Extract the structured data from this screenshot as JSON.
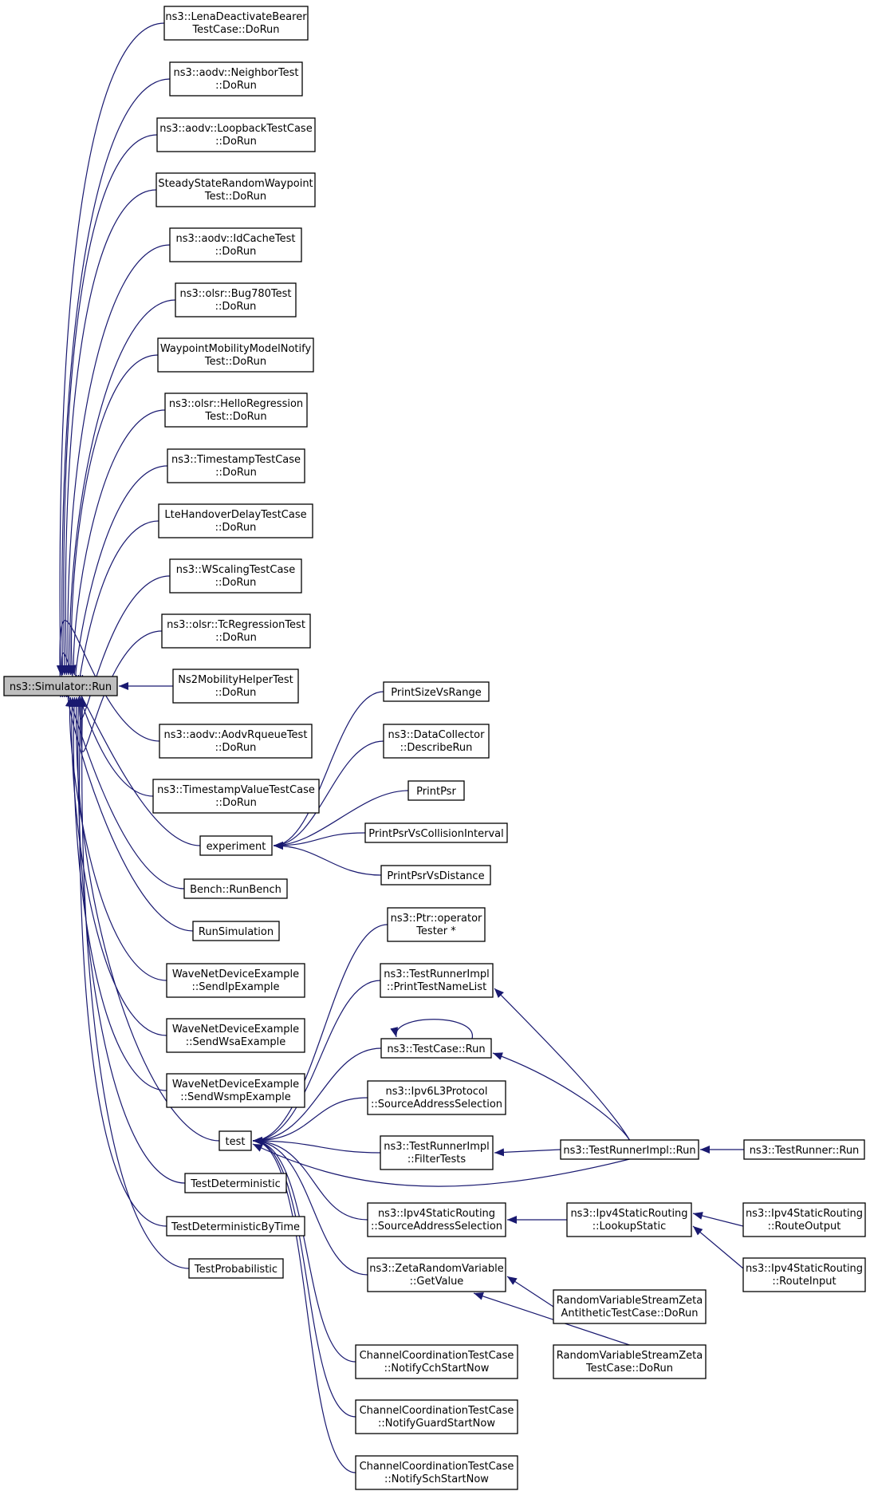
{
  "colors": {
    "edge": "#191970",
    "root_fill": "#bfbfbf",
    "node_fill": "#ffffff",
    "node_stroke": "#000000"
  },
  "nodes": [
    {
      "id": "root",
      "lines": [
        "ns3::Simulator::Run"
      ],
      "root": true
    },
    {
      "id": "n1",
      "lines": [
        "ns3::LenaDeactivateBearer",
        "TestCase::DoRun"
      ]
    },
    {
      "id": "n2",
      "lines": [
        "ns3::aodv::NeighborTest",
        "::DoRun"
      ]
    },
    {
      "id": "n3",
      "lines": [
        "ns3::aodv::LoopbackTestCase",
        "::DoRun"
      ]
    },
    {
      "id": "n4",
      "lines": [
        "SteadyStateRandomWaypoint",
        "Test::DoRun"
      ]
    },
    {
      "id": "n5",
      "lines": [
        "ns3::aodv::IdCacheTest",
        "::DoRun"
      ]
    },
    {
      "id": "n6",
      "lines": [
        "ns3::olsr::Bug780Test",
        "::DoRun"
      ]
    },
    {
      "id": "n7",
      "lines": [
        "WaypointMobilityModelNotify",
        "Test::DoRun"
      ]
    },
    {
      "id": "n8",
      "lines": [
        "ns3::olsr::HelloRegression",
        "Test::DoRun"
      ]
    },
    {
      "id": "n9",
      "lines": [
        "ns3::TimestampTestCase",
        "::DoRun"
      ]
    },
    {
      "id": "n10",
      "lines": [
        "LteHandoverDelayTestCase",
        "::DoRun"
      ]
    },
    {
      "id": "n11",
      "lines": [
        "ns3::WScalingTestCase",
        "::DoRun"
      ]
    },
    {
      "id": "n12",
      "lines": [
        "ns3::olsr::TcRegressionTest",
        "::DoRun"
      ]
    },
    {
      "id": "n13",
      "lines": [
        "Ns2MobilityHelperTest",
        "::DoRun"
      ]
    },
    {
      "id": "n14",
      "lines": [
        "ns3::aodv::AodvRqueueTest",
        "::DoRun"
      ]
    },
    {
      "id": "n15",
      "lines": [
        "ns3::TimestampValueTestCase",
        "::DoRun"
      ]
    },
    {
      "id": "experiment",
      "lines": [
        "experiment"
      ]
    },
    {
      "id": "bench",
      "lines": [
        "Bench::RunBench"
      ]
    },
    {
      "id": "runsim",
      "lines": [
        "RunSimulation"
      ]
    },
    {
      "id": "wave1",
      "lines": [
        "WaveNetDeviceExample",
        "::SendIpExample"
      ]
    },
    {
      "id": "wave2",
      "lines": [
        "WaveNetDeviceExample",
        "::SendWsaExample"
      ]
    },
    {
      "id": "wave3",
      "lines": [
        "WaveNetDeviceExample",
        "::SendWsmpExample"
      ]
    },
    {
      "id": "test",
      "lines": [
        "test"
      ]
    },
    {
      "id": "tdet",
      "lines": [
        "TestDeterministic"
      ]
    },
    {
      "id": "tdett",
      "lines": [
        "TestDeterministicByTime"
      ]
    },
    {
      "id": "tprob",
      "lines": [
        "TestProbabilistic"
      ]
    },
    {
      "id": "psvr",
      "lines": [
        "PrintSizeVsRange"
      ]
    },
    {
      "id": "dcdr",
      "lines": [
        "ns3::DataCollector",
        "::DescribeRun"
      ]
    },
    {
      "id": "ppsr",
      "lines": [
        "PrintPsr"
      ]
    },
    {
      "id": "ppci",
      "lines": [
        "PrintPsrVsCollisionInterval"
      ]
    },
    {
      "id": "ppd",
      "lines": [
        "PrintPsrVsDistance"
      ]
    },
    {
      "id": "ptr",
      "lines": [
        "ns3::Ptr::operator",
        "Tester *"
      ]
    },
    {
      "id": "trptn",
      "lines": [
        "ns3::TestRunnerImpl",
        "::PrintTestNameList"
      ]
    },
    {
      "id": "tcrun",
      "lines": [
        "ns3::TestCase::Run"
      ]
    },
    {
      "id": "ipv6",
      "lines": [
        "ns3::Ipv6L3Protocol",
        "::SourceAddressSelection"
      ]
    },
    {
      "id": "trft",
      "lines": [
        "ns3::TestRunnerImpl",
        "::FilterTests"
      ]
    },
    {
      "id": "trirun",
      "lines": [
        "ns3::TestRunnerImpl::Run"
      ]
    },
    {
      "id": "trrun",
      "lines": [
        "ns3::TestRunner::Run"
      ]
    },
    {
      "id": "ipv4sas",
      "lines": [
        "ns3::Ipv4StaticRouting",
        "::SourceAddressSelection"
      ]
    },
    {
      "id": "ipv4ls",
      "lines": [
        "ns3::Ipv4StaticRouting",
        "::LookupStatic"
      ]
    },
    {
      "id": "ipv4ro",
      "lines": [
        "ns3::Ipv4StaticRouting",
        "::RouteOutput"
      ]
    },
    {
      "id": "ipv4ri",
      "lines": [
        "ns3::Ipv4StaticRouting",
        "::RouteInput"
      ]
    },
    {
      "id": "zeta",
      "lines": [
        "ns3::ZetaRandomVariable",
        "::GetValue"
      ]
    },
    {
      "id": "rvsza",
      "lines": [
        "RandomVariableStreamZeta",
        "AntitheticTestCase::DoRun"
      ]
    },
    {
      "id": "rvsz",
      "lines": [
        "RandomVariableStreamZeta",
        "TestCase::DoRun"
      ]
    },
    {
      "id": "cc1",
      "lines": [
        "ChannelCoordinationTestCase",
        "::NotifyCchStartNow"
      ]
    },
    {
      "id": "cc2",
      "lines": [
        "ChannelCoordinationTestCase",
        "::NotifyGuardStartNow"
      ]
    },
    {
      "id": "cc3",
      "lines": [
        "ChannelCoordinationTestCase",
        "::NotifySchStartNow"
      ]
    }
  ]
}
